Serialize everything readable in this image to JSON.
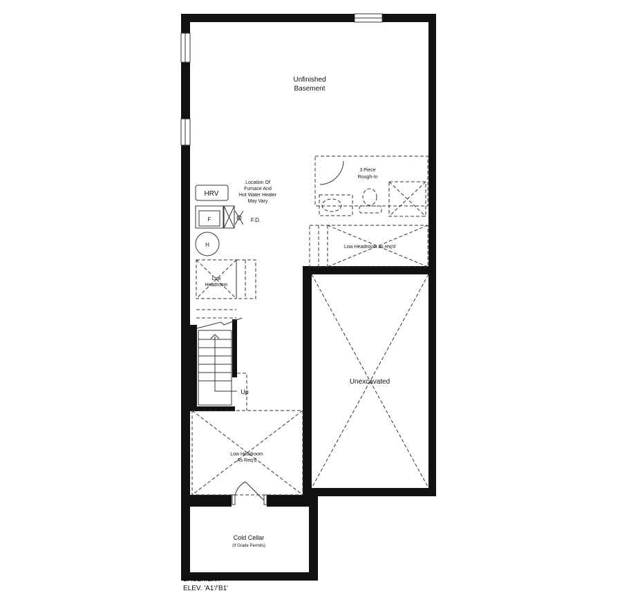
{
  "rooms": {
    "unfinished_basement": [
      "Unfinished",
      "Basement"
    ],
    "rough_in": [
      "3 Piece",
      "Rough-In"
    ],
    "hrv": "HRV",
    "furnace_note": [
      "Location Of",
      "Furnace And",
      "Hot Water Heater",
      "May Vary"
    ],
    "furnace": "F",
    "floor_drain": "F.D.",
    "heater": "H",
    "low_headroom_right": "Low Headroom as req'd",
    "low_headroom_left": [
      "Low",
      "Headroom"
    ],
    "unexcavated": "Unexcavated",
    "stairs_up": "Up",
    "low_headroom_bottom": [
      "Low Headroom",
      "As Req'd"
    ],
    "cold_cellar": "Cold Cellar",
    "cold_cellar_note": "(If Grade Permits)"
  },
  "caption": {
    "level": "BASEMENT",
    "elevation": "ELEV. 'A1'/'B1'"
  }
}
